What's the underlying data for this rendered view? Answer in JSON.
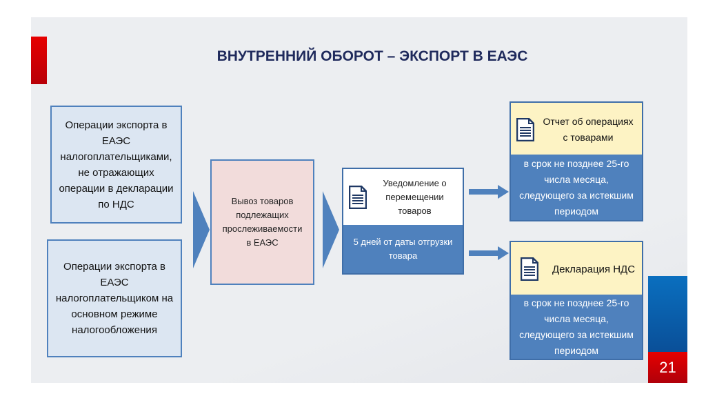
{
  "title": "ВНУТРЕННИЙ ОБОРОТ – ЭКСПОРТ В ЕАЭС",
  "left_boxes": [
    {
      "lines": [
        "Операции экспорта в",
        "ЕАЭС",
        "налогоплательщиками,",
        "не отражающих",
        "операции в декларации",
        "по НДС"
      ]
    },
    {
      "lines": [
        "Операции экспорта в",
        "ЕАЭС",
        "налогоплательщиком на",
        "основном режиме",
        "налогообложения"
      ]
    }
  ],
  "center_box": {
    "lines": [
      "Вывоз товаров",
      "подлежащих",
      "прослеживаемости",
      "в ЕАЭС"
    ]
  },
  "notification": {
    "title_lines": [
      "Уведомление о",
      "перемещении",
      "товаров"
    ],
    "deadline_lines": [
      "5 дней от даты отгрузки",
      "товара"
    ]
  },
  "report": {
    "title_lines": [
      "Отчет об операциях",
      "с товарами"
    ],
    "deadline_lines": [
      "в срок не позднее 25-го",
      "числа месяца,",
      "следующего за истекшим",
      "периодом"
    ]
  },
  "declaration": {
    "title_lines": [
      "Декларация НДС"
    ],
    "deadline_lines": [
      "в срок не позднее 25-го",
      "числа месяца,",
      "следующего за истекшим",
      "периодом"
    ]
  },
  "page_number": "21",
  "colors": {
    "accent_blue": "#4f81bd",
    "light_blue": "#dce6f2",
    "pink": "#f2dcdb",
    "yellow": "#fdf3c4",
    "red": "#e60000"
  }
}
